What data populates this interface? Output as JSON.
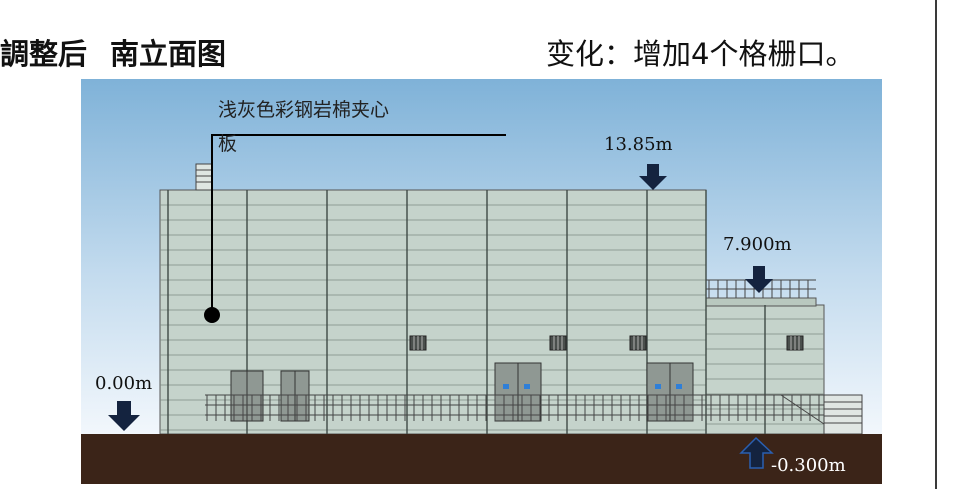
{
  "header": {
    "left_fragment": "調整后",
    "title": "南立面图",
    "change_note": "变化：增加4个格栅口。"
  },
  "drawing": {
    "material_label_line1": "浅灰色彩钢岩棉夹心",
    "material_label_line2": "板",
    "elevation_top": "13.85m",
    "elevation_mid": "7.900m",
    "elevation_ground": "0.00m",
    "elevation_bottom": "-0.300m",
    "colors": {
      "sky_top": "#7fb2d8",
      "sky_bottom": "#f2f7fc",
      "wall": "#c5d3cb",
      "ground": "#3b2418",
      "arrow_dark": "#14233f",
      "arrow_outline": "#2a5fb0"
    }
  }
}
